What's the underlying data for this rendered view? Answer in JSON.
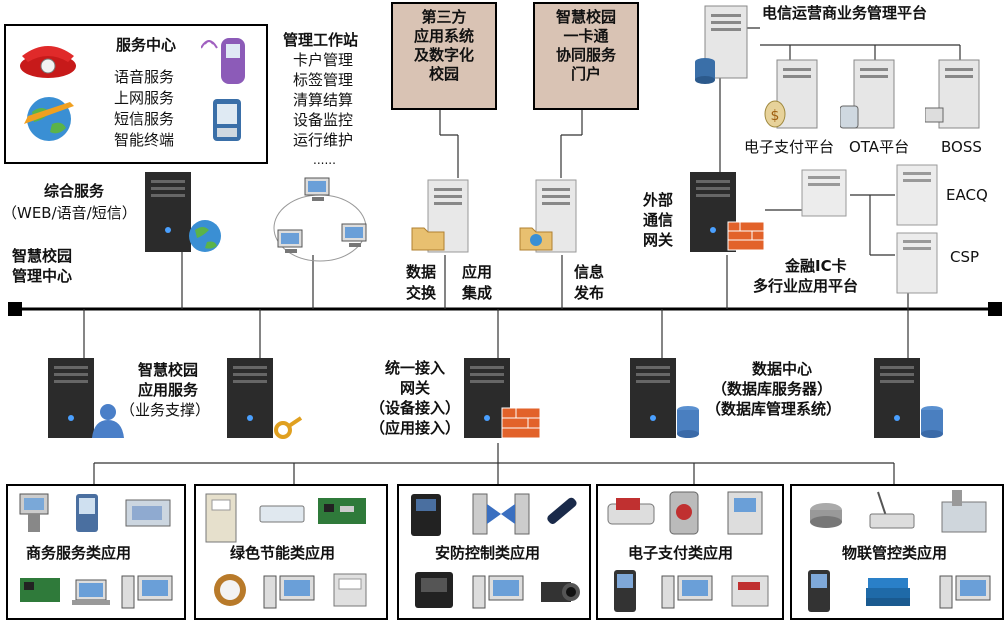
{
  "service_center": {
    "title": "服务中心",
    "items": [
      "语音服务",
      "上网服务",
      "短信服务",
      "智能终端"
    ]
  },
  "workstation": {
    "title": "管理工作站",
    "items": [
      "卡户管理",
      "标签管理",
      "清算结算",
      "设备监控",
      "运行维护",
      "......"
    ]
  },
  "third_party_box": {
    "lines": [
      "第三方",
      "应用系统",
      "及数字化",
      "校园"
    ]
  },
  "campus_portal_box": {
    "lines": [
      "智慧校园",
      "一卡通",
      "协同服务",
      "门户"
    ]
  },
  "telecom": {
    "title": "电信运营商业务管理平台",
    "epay": "电子支付平台",
    "ota": "OTA平台",
    "boss": "BOSS"
  },
  "integrated_service": {
    "title": "综合服务",
    "subtitle": "（WEB/语音/短信）"
  },
  "management_center": {
    "line1": "智慧校园",
    "line2": "管理中心"
  },
  "data_exchange": {
    "line1": "数据",
    "line2": "交换"
  },
  "app_integration": {
    "line1": "应用",
    "line2": "集成"
  },
  "info_publish": {
    "line1": "信息",
    "line2": "发布"
  },
  "external_gateway": {
    "lines": [
      "外部",
      "通信",
      "网关"
    ]
  },
  "eacq": "EACQ",
  "csp": "CSP",
  "finance_platform": {
    "line1": "金融IC卡",
    "line2": "多行业应用平台"
  },
  "campus_app_service": {
    "line1": "智慧校园",
    "line2": "应用服务",
    "line3": "（业务支撑）"
  },
  "unified_gateway": {
    "lines": [
      "统一接入",
      "网关",
      "（设备接入）",
      "（应用接入）"
    ]
  },
  "data_center": {
    "line1": "数据中心",
    "line2": "（数据库服务器）",
    "line3": "（数据库管理系统）"
  },
  "categories": [
    "商务服务类应用",
    "绿色节能类应用",
    "安防控制类应用",
    "电子支付类应用",
    "物联管控类应用"
  ],
  "colors": {
    "brown_box": "#d9c3b4",
    "firewall": "#e2622a",
    "globe": "#3a8fd4",
    "server_dark": "#2b2b2b"
  }
}
